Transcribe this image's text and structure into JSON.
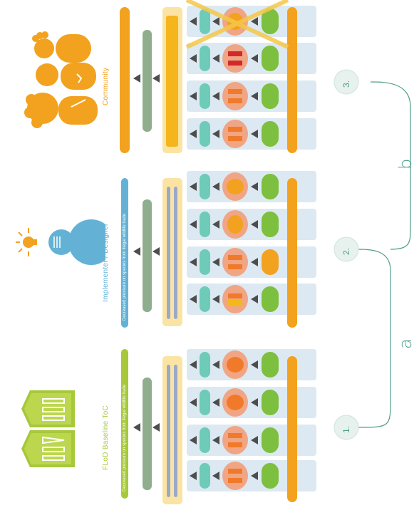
{
  "columns": [
    {
      "title": "FLoD Baseline ToC",
      "caption": "Decreased pressure on species from illegal wildlife trade",
      "caption_color": "#a6c83a",
      "title_color": "#a6c83a",
      "icon": "book-icon",
      "step": "1."
    },
    {
      "title": "Implementer / Designer",
      "caption": "Decreased pressure on species from illegal wildlife trade",
      "caption_color": "#63b2d6",
      "title_color": "#63b2d6",
      "icon": "idea-person-icon",
      "step": "2."
    },
    {
      "title": "Community",
      "caption": "",
      "caption_color": "#f2a21e",
      "title_color": "#f2a21e",
      "icon": "community-people-icon",
      "step": "3."
    }
  ],
  "brackets": {
    "a": "a",
    "b": "b"
  },
  "colors": {
    "teal": "#6dcbb8",
    "green": "#7dbf3e",
    "sage": "#8fae8e",
    "orange": "#f2a21e",
    "cream": "#fbe4a3",
    "slate": "#9aa9c9",
    "rowbg": "#dce9f2",
    "salmon": "#f0a585",
    "bracket": "#4e9e8a"
  }
}
